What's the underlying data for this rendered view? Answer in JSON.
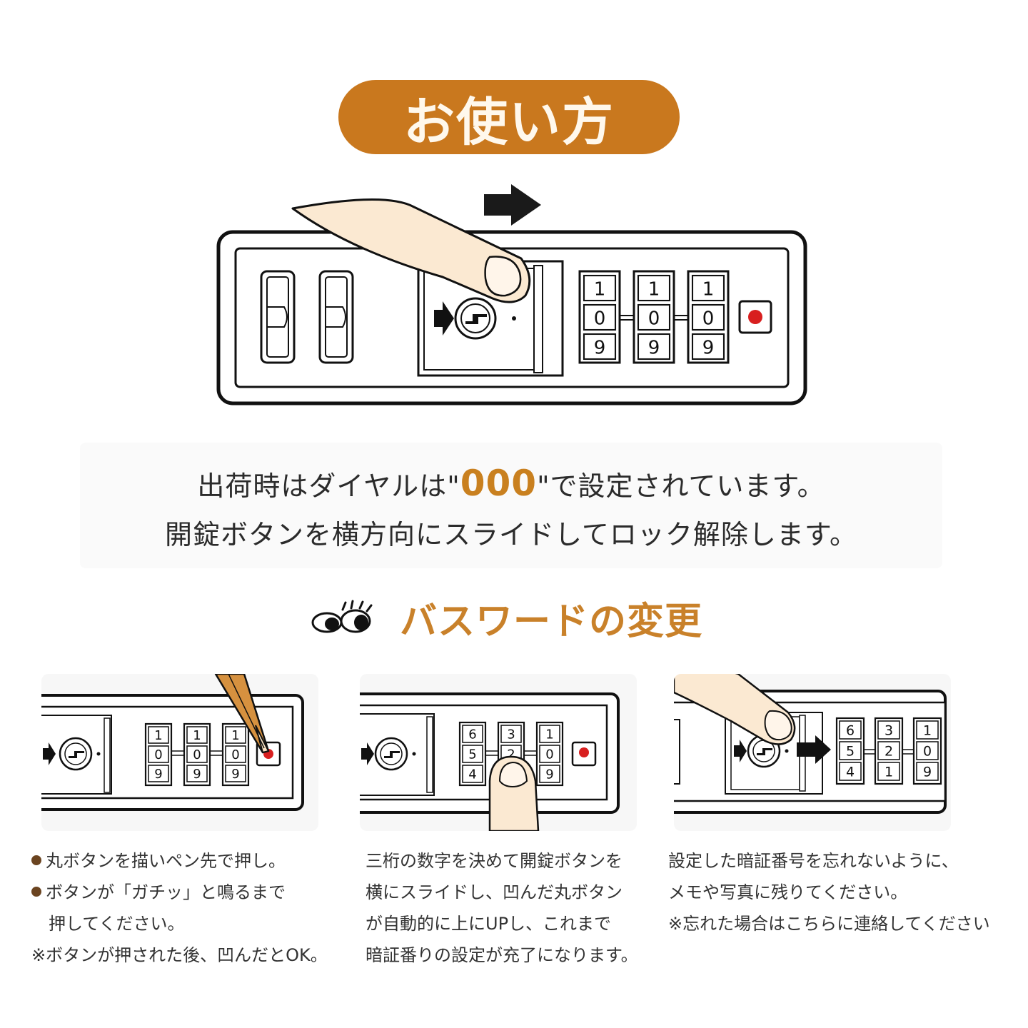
{
  "header": {
    "title": "お使い方"
  },
  "notice": {
    "line1_before": "出荷時はダイヤルは\"",
    "line1_highlight": "000",
    "line1_after": "\"で設定されています。",
    "line2": "開錠ボタンを横方向にスライドしてロック解除します。"
  },
  "main_dials": [
    {
      "top": "1",
      "mid": "0",
      "bot": "9"
    },
    {
      "top": "1",
      "mid": "0",
      "bot": "9"
    },
    {
      "top": "1",
      "mid": "0",
      "bot": "9"
    }
  ],
  "section": {
    "title": "バスワードの変更"
  },
  "steps": [
    {
      "dials": [
        {
          "top": "1",
          "mid": "0",
          "bot": "9"
        },
        {
          "top": "1",
          "mid": "0",
          "bot": "9"
        },
        {
          "top": "1",
          "mid": "0",
          "bot": "9"
        }
      ],
      "lines": [
        "丸ボタンを描いペン先で押し。",
        "ボタンが「ガチッ」と鳴るまで",
        "押してください。",
        "※ボタンが押された後、凹んだとOK。"
      ]
    },
    {
      "dials": [
        {
          "top": "6",
          "mid": "5",
          "bot": "4"
        },
        {
          "top": "3",
          "mid": "2",
          "bot": ""
        },
        {
          "top": "1",
          "mid": "0",
          "bot": "9"
        }
      ],
      "lines": [
        "三桁の数字を決めて開錠ボタンを",
        "横にスライドし、凹んだ丸ボタン",
        "が自動的に上にUPし、これまで",
        "暗証番りの設定が充了になります。"
      ]
    },
    {
      "dials": [
        {
          "top": "6",
          "mid": "5",
          "bot": "4"
        },
        {
          "top": "3",
          "mid": "2",
          "bot": "1"
        },
        {
          "top": "1",
          "mid": "0",
          "bot": "9"
        }
      ],
      "lines": [
        "設定した暗証番号を忘れないように、",
        "メモや写真に残りてください。",
        "※忘れた場合はこちらに連絡してください"
      ]
    }
  ],
  "colors": {
    "accent": "#c9781e",
    "finger": "#fbe9d2",
    "red_button": "#d81f1f"
  },
  "icons": [
    "arrow-right-icon",
    "finger-icon",
    "keyhole-icon",
    "pen-icon",
    "eyes-icon"
  ]
}
